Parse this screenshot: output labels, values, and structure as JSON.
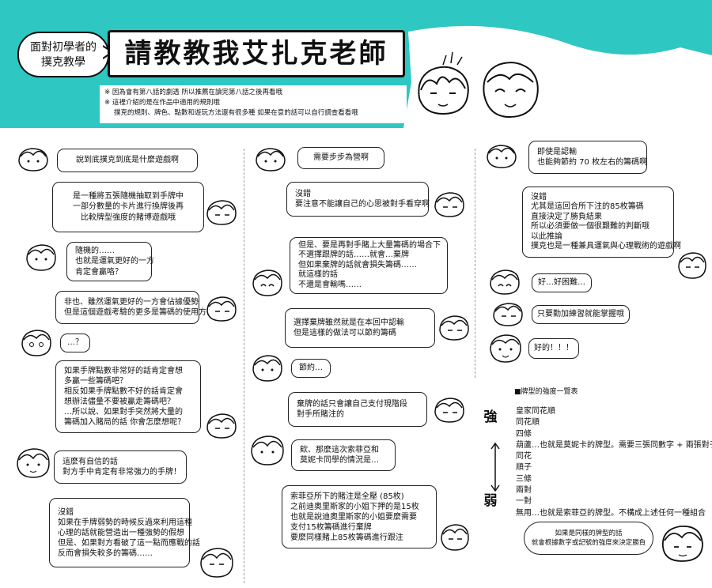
{
  "header": {
    "subtitle_line1": "面對初學者的",
    "subtitle_line2": "撲克教學",
    "title": "請教教我艾扎克老師",
    "notes": [
      "※ 因為會有第八話的劇透 所以推薦在讀完第八話之後再看哦",
      "※ 這裡介紹的是在作品中適用的規則哦",
      "撲克的規則、牌色、點數和遊玩方法還有很多種 如果在意的話可以自行調查看看哦"
    ]
  },
  "column1": {
    "b1": [
      "說到底撲克到底是什麼遊戲啊"
    ],
    "b2": [
      "是一種將五張隨機抽取到手牌中",
      "一部分數量的卡片進行換牌後再",
      "比較牌型強度的賭博遊戲哦"
    ],
    "b3": [
      "隨機的……",
      "也就是運氣更好的一方",
      "肯定會贏咯？"
    ],
    "b4": [
      "非也、雖然運氣更好的一方會佔據優勢",
      "但是這個遊戲考驗的更多是籌碼的使用方式"
    ],
    "b5": [
      "…？"
    ],
    "b6": [
      "如果手牌點數非常好的話肯定會想",
      "多贏一些籌碼吧？",
      "相反如果手牌點數不好的話肯定會",
      "想辦法儘量不要被贏走籌碼吧？",
      "…所以說、如果對手突然將大量的",
      "籌碼加入賭局的話 你會怎麼想呢？"
    ],
    "b7": [
      "這麼有自信的話",
      "對方手中肯定有非常強力的手牌！"
    ],
    "b8": [
      "沒錯",
      "如果在手牌弱勢的時候反過來利用這種",
      "心理的話就能營造出一種強勢的假想",
      "但是、如果對方看破了這一點而應戰的話",
      "反而會損失較多的籌碼……"
    ]
  },
  "column2": {
    "b1": [
      "需要步步為營啊"
    ],
    "b2": [
      "沒錯",
      "要注意不能讓自己的心思被對手看穿啊"
    ],
    "b3": [
      "但是、要是再對手賭上大量籌碼的場合下",
      "不選擇跟牌的話……就會…棄牌",
      "但如果棄牌的話就會損失籌碼……",
      "就這樣的話",
      "不還是會輸嗎……"
    ],
    "b4": [
      "選擇棄牌雖然就是在本回中認輸",
      "但是這樣的做法可以節約籌碼"
    ],
    "b5": [
      "節約…"
    ],
    "b6": [
      "棄牌的話只會讓自己支付現階段",
      "對手所賭注的"
    ],
    "b7": [
      "欸、那麼這次索菲亞和",
      "莫妮卡同學的情況是…"
    ],
    "b8": [
      "索菲亞所下的賭注是全壓 (85枚)",
      "之前迪奧里斯家的小姐下押的是15枚",
      "也就是說迪奧里斯家的小姐要麼需要",
      "支付15枚籌碼進行棄牌",
      "要麼同樣賭上85枚籌碼進行跟注"
    ]
  },
  "column3": {
    "b1": [
      "即使是認輸",
      "也能夠節約 70 枚左右的籌碼啊"
    ],
    "b2": [
      "沒錯",
      "尤其是這回合所下注的85枚籌碼",
      "直接決定了勝負結果",
      "所以必須要做一個很艱難的判斷哦",
      "以此推論",
      "撲克也是一種兼具運氣與心理戰術的遊戲啊"
    ],
    "b3": [
      "好…好困難…"
    ],
    "b4": [
      "只要勤加練習就能掌握哦"
    ],
    "b5": [
      "好的！！！"
    ],
    "ranking_title": "■牌型的強度一覽表",
    "strong_label": "強",
    "weak_label": "弱",
    "hands": [
      "皇家同花順",
      "同花順",
      "四條",
      "葫蘆…也就是莫妮卡的牌型。需要三張同數字 + 兩張對子",
      "同花",
      "順子",
      "三條",
      "兩對",
      "一對",
      "無用…也就是索菲亞的牌型。不構成上述任何一種組合"
    ],
    "b6": [
      "如果是同樣的牌型的話",
      "就會根據數字或記號的強度來決定勝負"
    ]
  },
  "colors": {
    "banner": "#2ec7c2",
    "ink": "#111111",
    "paper": "#ffffff"
  }
}
